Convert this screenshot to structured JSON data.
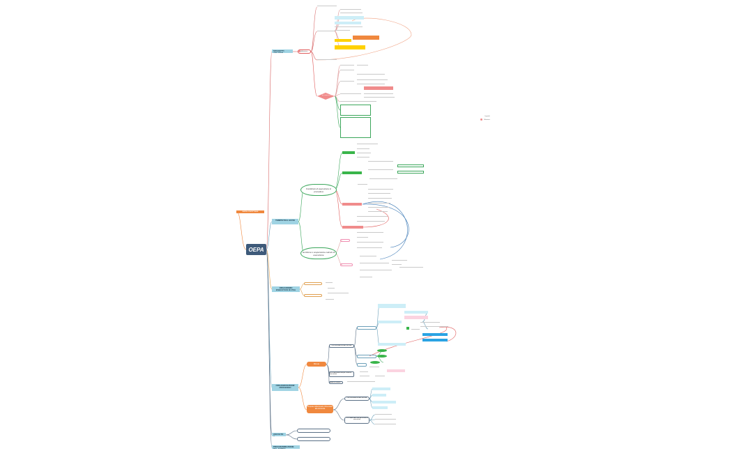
{
  "root": {
    "label": "OEPA"
  },
  "left_tag": {
    "label": "MAPPA CONCETTUALE"
  },
  "branches": [
    {
      "id": "b1",
      "label": "SOGGETTI ABILITATI"
    },
    {
      "id": "b2",
      "label": "TEMPISTICA AVVIO"
    },
    {
      "id": "b3",
      "label": "ORGANISMO ESECUTIVO DI PUA"
    },
    {
      "id": "b4",
      "label": "ORGANIZZAZIONE PROCESSO"
    },
    {
      "id": "b5",
      "label": "ASCOLTO A SEGUIRE"
    },
    {
      "id": "b6",
      "label": "PROGRAMMAZIONE DEL FORNO"
    }
  ],
  "sub_nodes": {
    "condizioni": "Condizioni di esecuzione in procedura",
    "iscrizione": "Iscrizione o sospensione calcolo di esecuzione",
    "rinvio": "Rinvio",
    "proposte": "Proposte istituzionali o Rinunciare alla domanda",
    "soggetti_chip": "abilitazione",
    "red_diamond": "ATTRIBUZIONI",
    "procedura": "PROCEDURA DI ESECUZIONE",
    "procedura2": "PROCEDURA DI ESECUZIONE",
    "documenti": "DOCUMENTAZIONE per la fase di esecuzione",
    "documenti2": "DOCUMENTAZIONE per la fase di esecuzione",
    "fase": "FASE di chiusura"
  },
  "legend": {
    "items": [
      "Legenda",
      "Relazione"
    ]
  },
  "colors": {
    "root": "#3e5a7a",
    "branch": "#9fd3e3",
    "orange": "#f0883e",
    "green": "#39b54a",
    "red": "#e05a5a",
    "blue_line": "#3a78b5"
  }
}
